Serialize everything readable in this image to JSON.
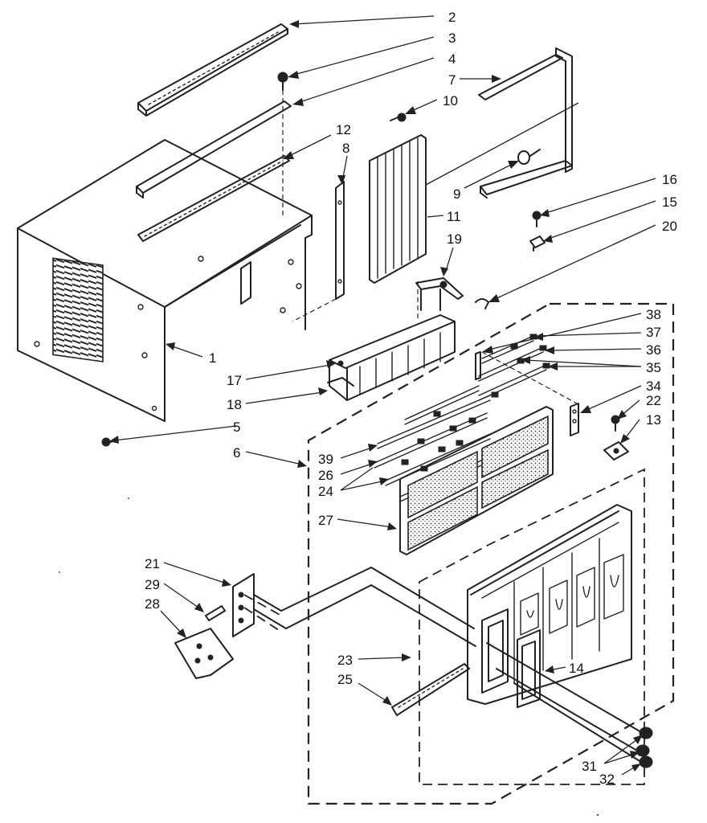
{
  "callouts": [
    {
      "id": "c2",
      "text": "2"
    },
    {
      "id": "c3",
      "text": "3"
    },
    {
      "id": "c4",
      "text": "4"
    },
    {
      "id": "c7",
      "text": "7"
    },
    {
      "id": "c10",
      "text": "10"
    },
    {
      "id": "c12",
      "text": "12"
    },
    {
      "id": "c8",
      "text": "8"
    },
    {
      "id": "c9",
      "text": "9"
    },
    {
      "id": "c16",
      "text": "16"
    },
    {
      "id": "c15",
      "text": "15"
    },
    {
      "id": "c20",
      "text": "20"
    },
    {
      "id": "c11",
      "text": "11"
    },
    {
      "id": "c19",
      "text": "19"
    },
    {
      "id": "c38",
      "text": "38"
    },
    {
      "id": "c37",
      "text": "37"
    },
    {
      "id": "c36",
      "text": "36"
    },
    {
      "id": "c35",
      "text": "35"
    },
    {
      "id": "c1",
      "text": "1"
    },
    {
      "id": "c17",
      "text": "17"
    },
    {
      "id": "c34",
      "text": "34"
    },
    {
      "id": "c18",
      "text": "18"
    },
    {
      "id": "c22",
      "text": "22"
    },
    {
      "id": "c5",
      "text": "5"
    },
    {
      "id": "c13",
      "text": "13"
    },
    {
      "id": "c6",
      "text": "6"
    },
    {
      "id": "c39",
      "text": "39"
    },
    {
      "id": "c26",
      "text": "26"
    },
    {
      "id": "c24",
      "text": "24"
    },
    {
      "id": "c27",
      "text": "27"
    },
    {
      "id": "c21",
      "text": "21"
    },
    {
      "id": "c29",
      "text": "29"
    },
    {
      "id": "c28",
      "text": "28"
    },
    {
      "id": "c23",
      "text": "23"
    },
    {
      "id": "c14",
      "text": "14"
    },
    {
      "id": "c25",
      "text": "25"
    },
    {
      "id": "c31",
      "text": "31"
    },
    {
      "id": "c32",
      "text": "32"
    }
  ]
}
